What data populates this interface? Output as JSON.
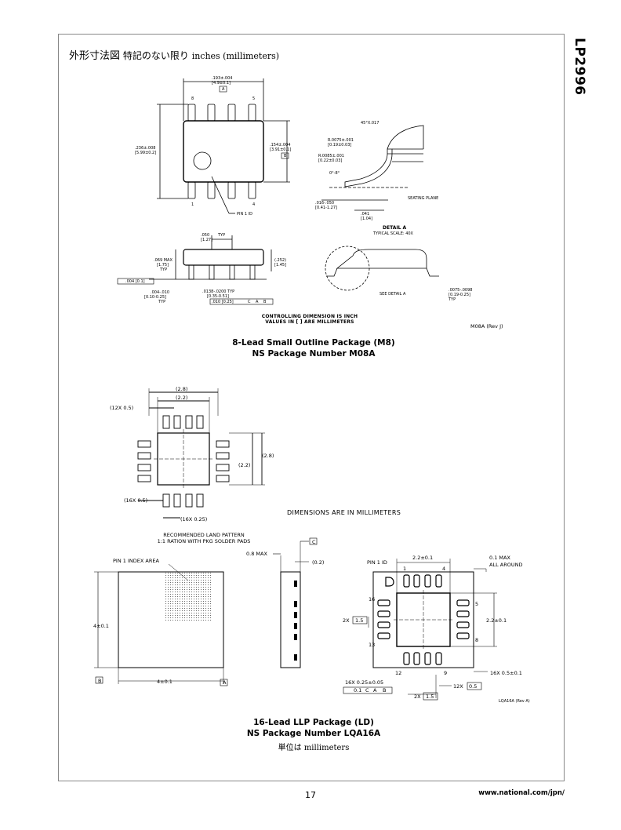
{
  "header": {
    "side_title": "LP2996",
    "heading_jp": "外形寸法図",
    "heading_note_jp": "特記のない限り",
    "heading_unit": "inches (millimeters)"
  },
  "m8": {
    "title_line1": "8-Lead Small Outline Package (M8)",
    "title_line2": "NS Package Number M08A",
    "drawing_ref": "M08A (Rev J)",
    "controlling_line1": "CONTROLLING DIMENSION IS INCH",
    "controlling_line2": "VALUES IN [ ] ARE MILLIMETERS",
    "detail_a": "DETAIL A",
    "detail_scale": "TYPICAL SCALE: 40X",
    "see_detail": "SEE DETAIL A",
    "seating_plane": "SEATING PLANE",
    "pin1_id": "PIN 1 ID",
    "dims": {
      "top_width": ".193±.004",
      "top_width_mm": "[4.9±0.1]",
      "datum_a": "A",
      "left_height": ".236±.008",
      "left_height_mm": "[5.99±0.2]",
      "body_width": ".154±.004",
      "body_width_mm": "[3.91±0.1]",
      "datum_b": "B",
      "chamfer": "45°X.017",
      "radius1": "R.0075±.001",
      "radius1_mm": "[0.19±0.03]",
      "radius2": "R.0085±.001",
      "radius2_mm": "[0.22±0.03]",
      "angle": "0°-8°",
      "foot": ".016-.050",
      "foot_mm": "[0.41-1.27]",
      "foot_len": ".041",
      "foot_len_mm": "[1.04]",
      "pitch": ".050",
      "pitch_mm": "[1.27]",
      "pitch_typ": "TYP",
      "height": ".069 MAX",
      "height_mm": "[1.75]",
      "height_typ": "TYP",
      "coplanarity": ".004 [0.1]",
      "standoff": ".004-.010",
      "standoff_mm": "[0.10-0.25]",
      "standoff_typ": "TYP",
      "lead_width": ".0138-.0200 TYP",
      "lead_width_mm": "[0.35-0.51]",
      "position_tol": ".010 [0.25]",
      "position_c": "C",
      "position_a": "A",
      "position_b": "B",
      "seat_height": "(.252)",
      "seat_height_mm": "[1.45]",
      "lead_thk": ".0075-.0098",
      "lead_thk_mm": "[0.19-0.25]",
      "lead_thk_typ": "TYP",
      "pin8": "8",
      "pin5": "5",
      "pin1": "1",
      "pin4": "4"
    }
  },
  "llp": {
    "title_line1": "16-Lead LLP Package (LD)",
    "title_line2": "NS Package Number LQA16A",
    "unit_note": "単位は millimeters",
    "dimensions_note": "DIMENSIONS ARE IN MILLIMETERS",
    "land_line1": "RECOMMENDED LAND PATTERN",
    "land_line2": "1:1 RATION WITH PKG SOLDER PADS",
    "drawing_ref": "LQA16A (Rev A)",
    "pin1_index": "PIN 1 INDEX AREA",
    "pin1_id": "PIN 1 ID",
    "dims": {
      "land_outer": "(2.8)",
      "land_inner": "(2.2)",
      "land_pitch": "(12X 0.5)",
      "land_side_outer": "(2.8)",
      "land_side_inner": "(2.2)",
      "land_len": "(16X 0.5)",
      "land_width": "(16X 0.25)",
      "side_max": "0.8 MAX",
      "side_thk": "(0.2)",
      "datum_c": "C",
      "top_height": "4±0.1",
      "top_width": "4±0.1",
      "datum_b": "B",
      "datum_a": "A",
      "bottom_w": "2.2±0.1",
      "bottom_h": "2.2±0.1",
      "max_around": "0.1 MAX",
      "max_around2": "ALL AROUND",
      "pitch_2x": "2X",
      "pitch_box": "1.5",
      "pitch_12x": "12X",
      "pitch_box2": "0.5",
      "lead_16x": "16X 0.5±0.1",
      "lead_w": "16X 0.25±0.05",
      "tol_box": "0.1",
      "tol_c": "C",
      "tol_a": "A",
      "tol_b": "B",
      "pin_1": "1",
      "pin_4": "4",
      "pin_5": "5",
      "pin_8": "8",
      "pin_9": "9",
      "pin_12": "12",
      "pin_13": "13",
      "pin_16": "16"
    }
  },
  "footer": {
    "page_number": "17",
    "url": "www.national.com/jpn/"
  }
}
